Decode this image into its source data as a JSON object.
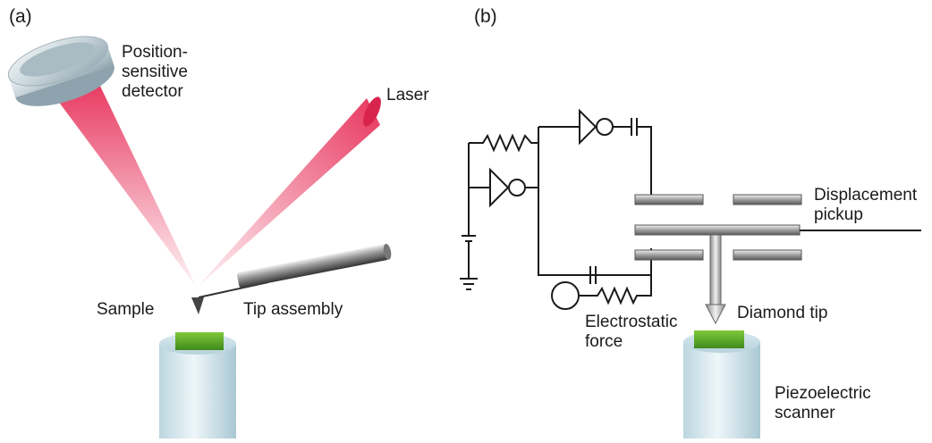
{
  "panel_a": {
    "label": "(a)",
    "detector_label": [
      "Position-",
      "sensitive",
      "detector"
    ],
    "laser_label": "Laser",
    "sample_label": "Sample",
    "tip_label": "Tip assembly"
  },
  "panel_b": {
    "label": "(b)",
    "displacement_label": [
      "Displacement",
      "pickup"
    ],
    "tip_label": "Diamond tip",
    "electrostatic_label": [
      "Electrostatic",
      "force"
    ],
    "scanner_label": [
      "Piezoelectric",
      "scanner"
    ]
  },
  "colors": {
    "beam": "#e8365e",
    "sample": "#5aa82a",
    "cylinder": "#cfe3ea",
    "metal": "#9a9a9a"
  }
}
